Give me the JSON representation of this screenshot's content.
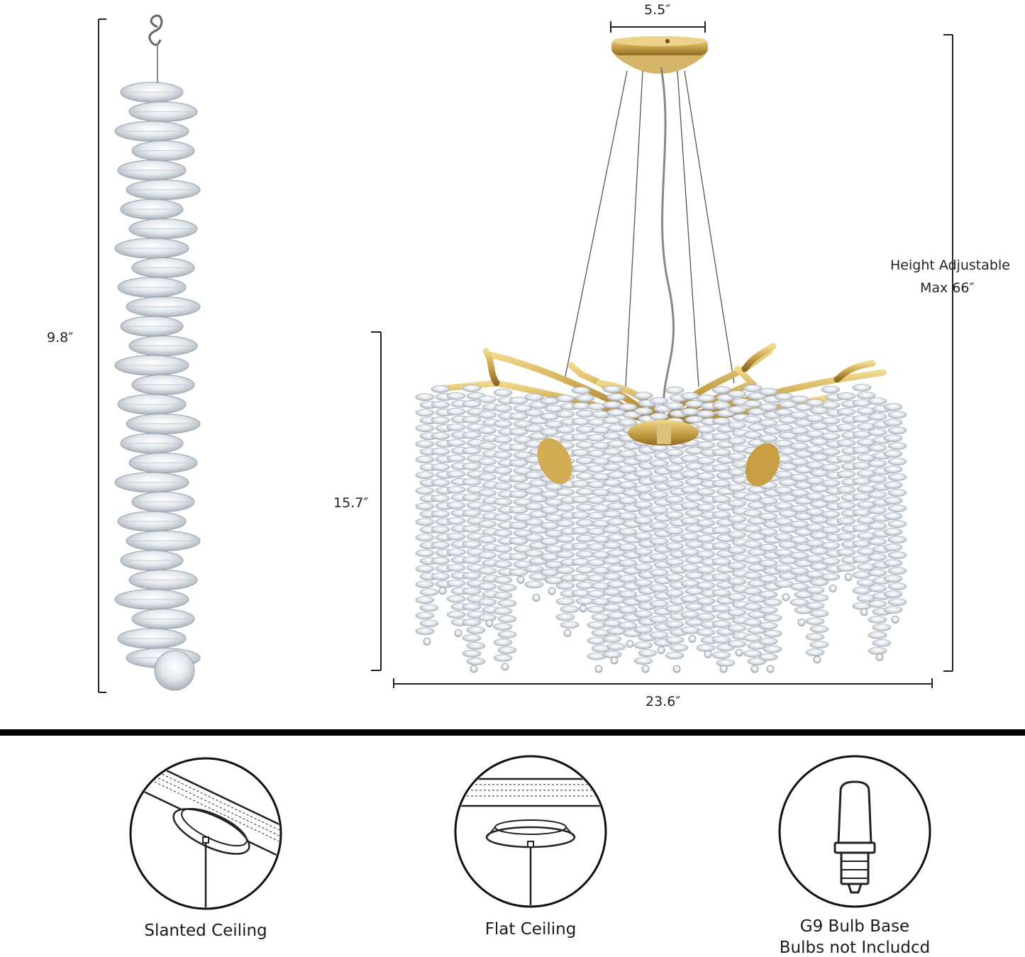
{
  "dimensions": {
    "crystal_strand_length": "9.8″",
    "canopy_width": "5.5″",
    "body_height": "15.7″",
    "body_width": "23.6″",
    "height_adjustable_line1": "Height Adjustable",
    "height_adjustable_line2": "Max 66″"
  },
  "features": [
    {
      "label": "Slanted Ceiling",
      "icon": "slanted-ceiling-icon"
    },
    {
      "label": "Flat Ceiling",
      "icon": "flat-ceiling-icon"
    },
    {
      "label_line1": "G9 Bulb Base",
      "label_line2": "Bulbs not Includcd",
      "icon": "bulb-icon"
    }
  ],
  "colors": {
    "gold": "#c9a24a",
    "crystal": "#dfe4ea",
    "divider": "#000000"
  }
}
